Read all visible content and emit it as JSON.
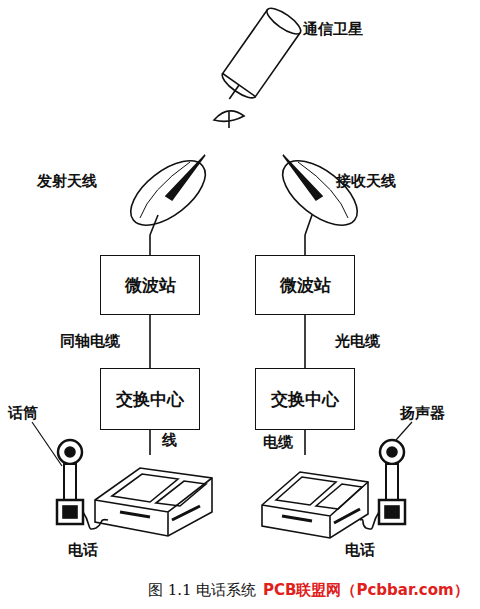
{
  "diagram": {
    "caption": "图 1.1 电话系统",
    "nodes": [
      {
        "text": [
          "发射天线"
        ]
      },
      {
        "text": [
          "接收天线"
        ]
      },
      {
        "text": [
          "微波站"
        ]
      },
      {
        "text": [
          "微波站"
        ]
      },
      {
        "text": [
          "交换中心"
        ]
      },
      {
        "text": [
          "交换中心"
        ]
      },
      {
        "text": [
          "电话"
        ]
      },
      {
        "text": [
          "电话"
        ]
      }
    ],
    "edges": [
      {
        "from": 0,
        "to": 2,
        "arrow": "none"
      },
      {
        "from": 1,
        "to": 3,
        "arrow": "none"
      },
      {
        "from": 2,
        "to": 4,
        "label": "同轴电缆",
        "arrow": "none"
      },
      {
        "from": 3,
        "to": 5,
        "label": "光电缆",
        "arrow": "none"
      },
      {
        "from": 4,
        "to": 6,
        "label": "线",
        "arrow": "none"
      },
      {
        "from": 5,
        "to": 7,
        "label": "电缆",
        "arrow": "none"
      }
    ],
    "labels": [
      "通信卫星",
      "话筒",
      "扬声器",
      "PCB联盟网（Pcbbar.com）"
    ]
  }
}
